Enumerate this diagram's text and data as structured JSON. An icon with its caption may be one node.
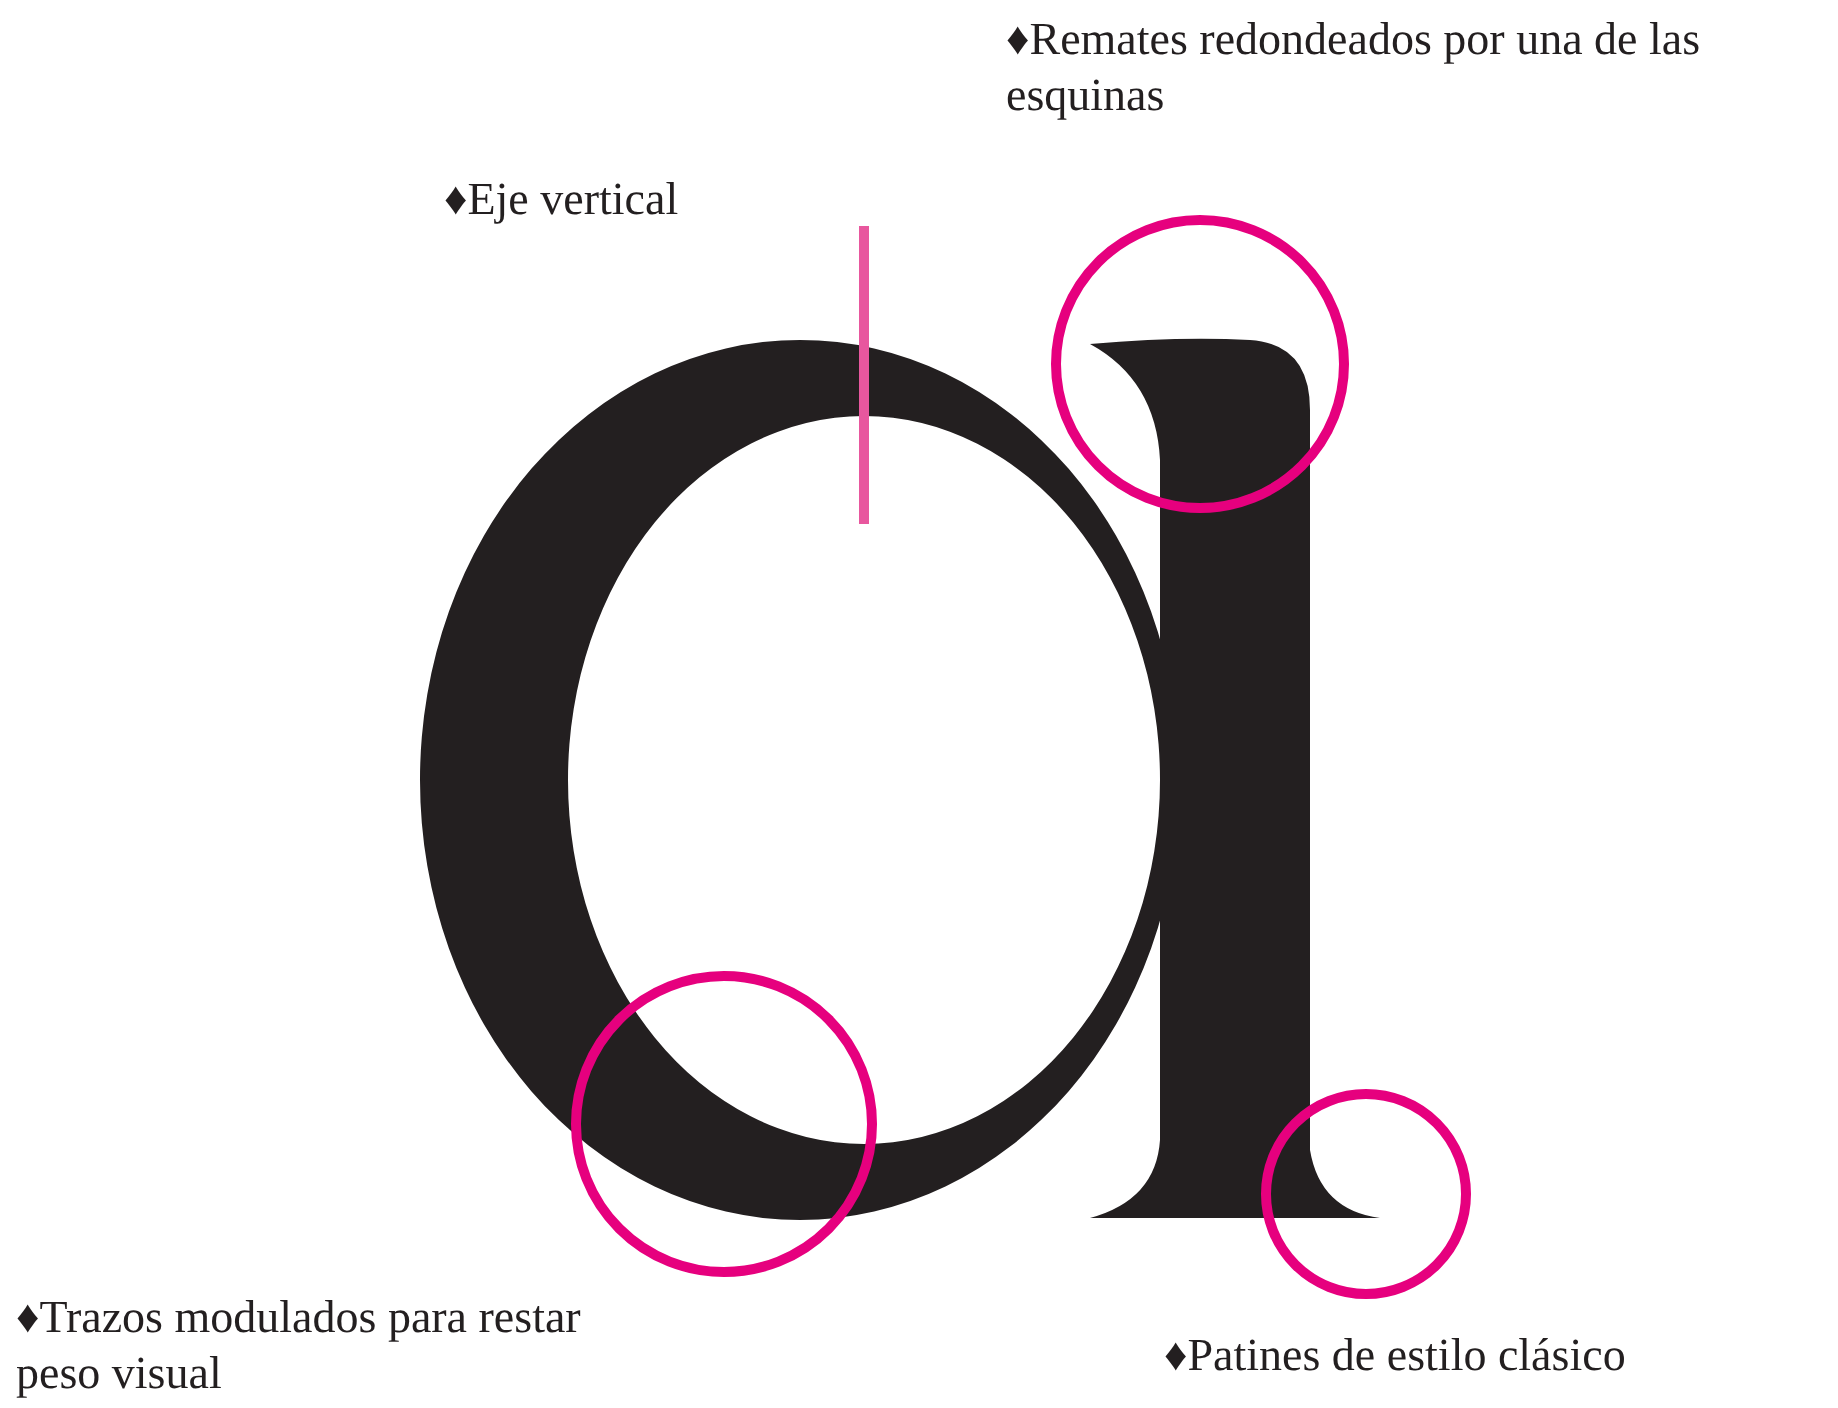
{
  "diagram": {
    "labels": [
      "♦Remates redondeados por una de las esquinas",
      "♦Eje vertical",
      "♦Trazos modulados para restar peso visual",
      "♦Patines de estilo clásico"
    ]
  }
}
